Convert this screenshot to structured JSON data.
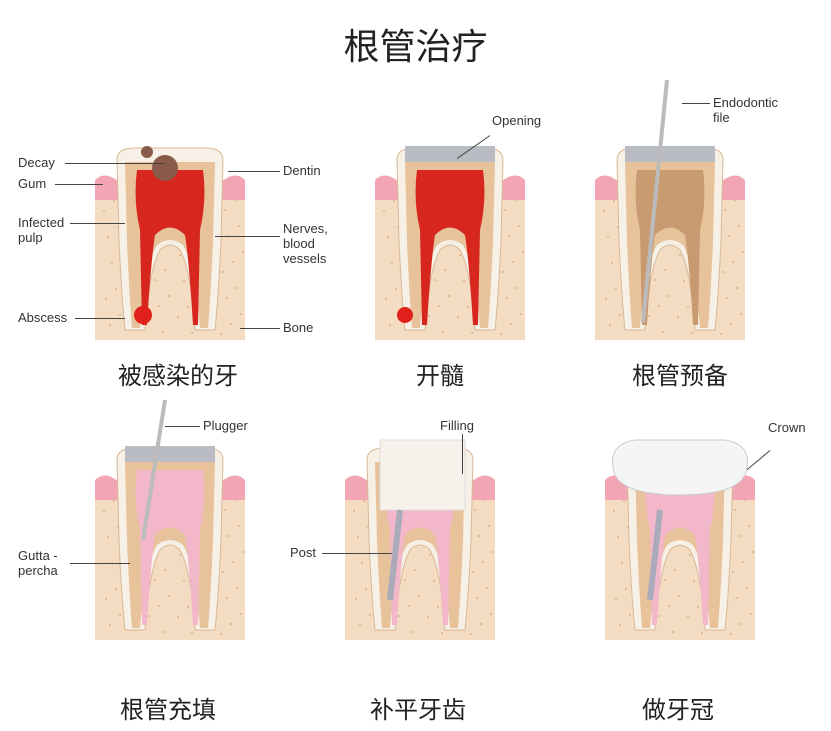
{
  "title": "根管治疗",
  "colors": {
    "bone": "#f4dcc3",
    "gum": "#f2a6b4",
    "dentin": "#e7c29a",
    "enamel": "#f7f0e6",
    "pulp": "#d7261e",
    "filling": "#f2b7c9",
    "metal": "#b9bcc2"
  },
  "panels": [
    {
      "caption": "被感染的牙",
      "type": "infected",
      "labels": [
        "Decay",
        "Gum",
        "Infected pulp",
        "Abscess",
        "Dentin",
        "Nerves, blood vessels",
        "Bone"
      ]
    },
    {
      "caption": "开髓",
      "type": "opening",
      "labels": [
        "Opening"
      ]
    },
    {
      "caption": "根管预备",
      "type": "file",
      "labels": [
        "Endodontic file"
      ]
    },
    {
      "caption": "根管充填",
      "type": "plugger",
      "labels": [
        "Plugger",
        "Gutta - percha"
      ]
    },
    {
      "caption": "补平牙齿",
      "type": "filling",
      "labels": [
        "Filling",
        "Post"
      ]
    },
    {
      "caption": "做牙冠",
      "type": "crown",
      "labels": [
        "Crown"
      ]
    }
  ]
}
